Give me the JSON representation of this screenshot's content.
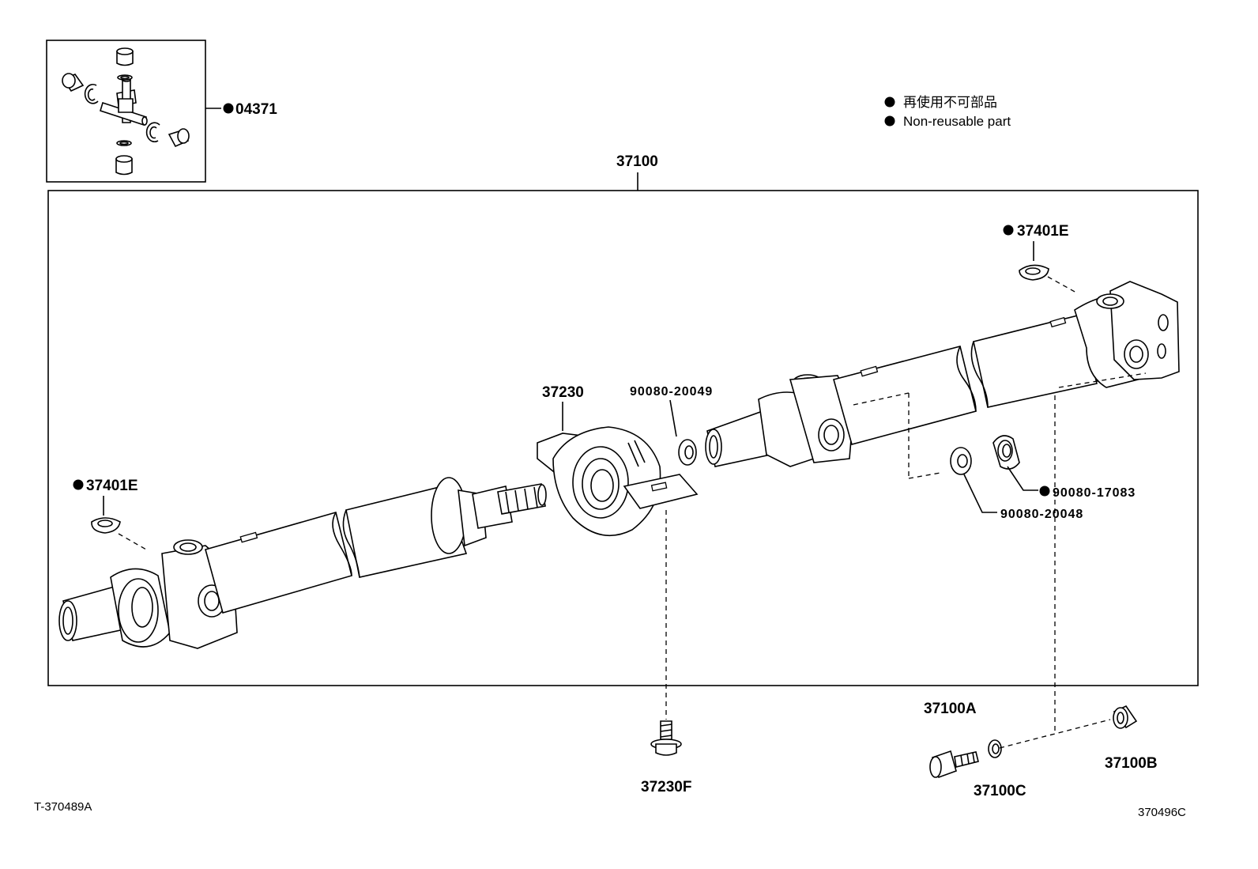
{
  "legend": {
    "items": [
      {
        "text": "再使用不可部品"
      },
      {
        "text": "Non-reusable part"
      }
    ]
  },
  "parts": {
    "spider_kit": "04371",
    "assembly": "37100",
    "snap_ring_right": "37401E",
    "snap_ring_left": "37401E",
    "center_bearing": "37230",
    "washer_a": "90080-20049",
    "nut": "90080-17083",
    "washer_b": "90080-20048",
    "bolt_a": "37100A",
    "nut_b": "37100B",
    "washer_c": "37100C",
    "bolt_f": "37230F"
  },
  "codes": {
    "left": "T-370489A",
    "right": "370496C"
  }
}
